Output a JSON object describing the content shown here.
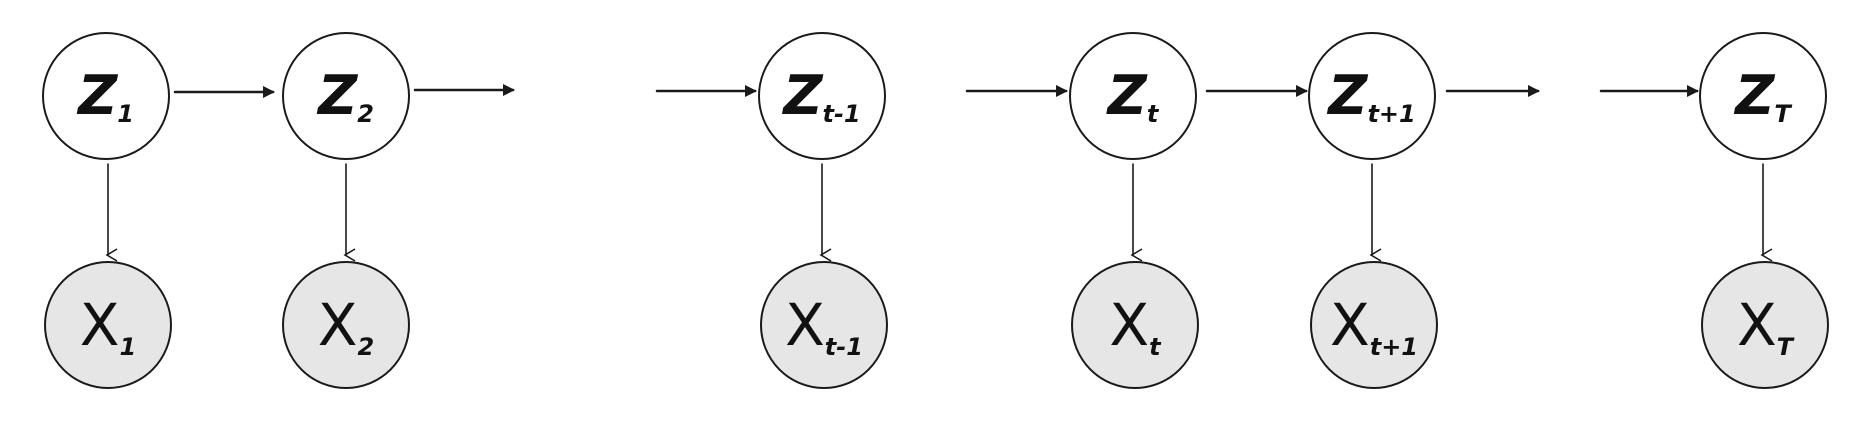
{
  "diagram": {
    "latent_nodes": [
      {
        "id": "z1",
        "base": "Z",
        "sub": "1"
      },
      {
        "id": "z2",
        "base": "Z",
        "sub": "2"
      },
      {
        "id": "zt-1",
        "base": "Z",
        "sub": "t-1"
      },
      {
        "id": "zt",
        "base": "Z",
        "sub": "t"
      },
      {
        "id": "zt+1",
        "base": "Z",
        "sub": "t+1"
      },
      {
        "id": "zT",
        "base": "Z",
        "sub": "T"
      }
    ],
    "observed_nodes": [
      {
        "id": "x1",
        "base": "X",
        "sub": "1"
      },
      {
        "id": "x2",
        "base": "X",
        "sub": "2"
      },
      {
        "id": "xt-1",
        "base": "X",
        "sub": "t-1"
      },
      {
        "id": "xt",
        "base": "X",
        "sub": "t"
      },
      {
        "id": "xt+1",
        "base": "X",
        "sub": "t+1"
      },
      {
        "id": "xT",
        "base": "X",
        "sub": "T"
      }
    ],
    "colors": {
      "latent_fill": "#ffffff",
      "observed_fill": "#e6e6e6",
      "stroke": "#1a1a1a"
    }
  }
}
